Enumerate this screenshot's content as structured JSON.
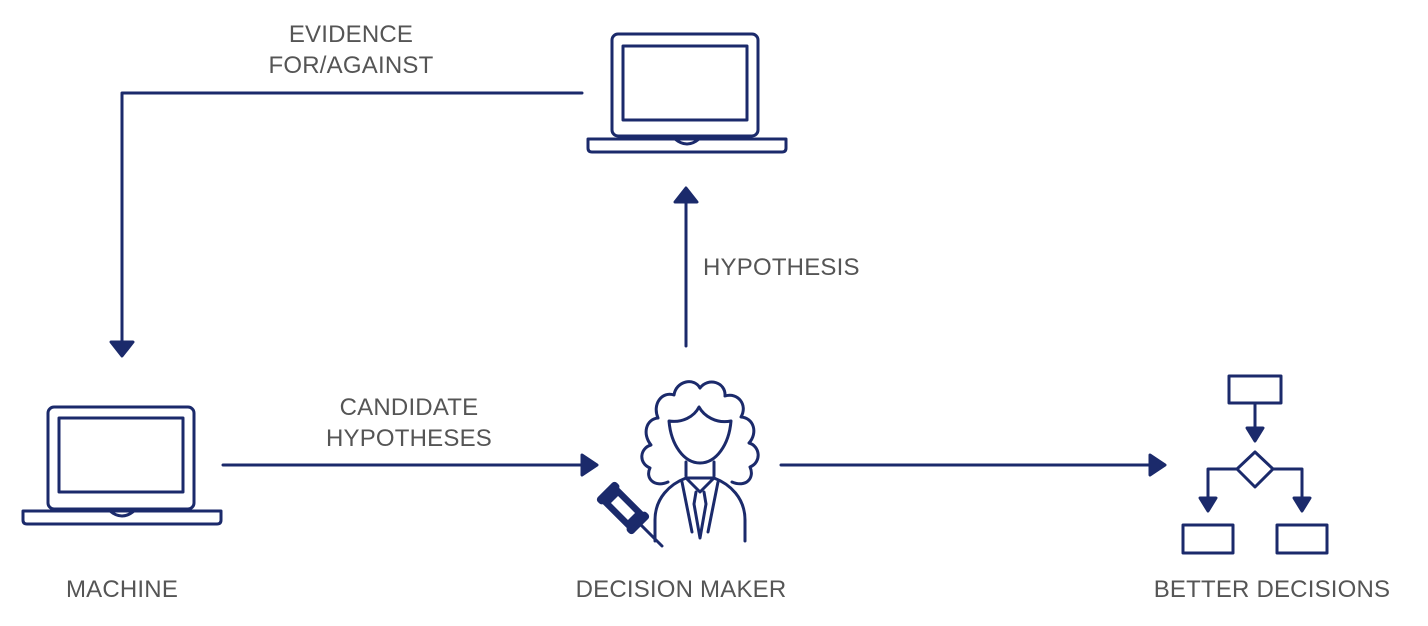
{
  "colors": {
    "stroke": "#1b2a6b",
    "text": "#555555",
    "background": "#ffffff"
  },
  "labels": {
    "evidence": [
      "EVIDENCE",
      "FOR/AGAINST"
    ],
    "hypothesis": "HYPOTHESIS",
    "candidate_hypotheses": [
      "CANDIDATE",
      "HYPOTHESES"
    ],
    "machine": "MACHINE",
    "decision_maker": "DECISION MAKER",
    "better_decisions": "BETTER DECISIONS"
  },
  "icons": {
    "top_computer": "laptop-icon",
    "machine": "laptop-icon",
    "decision_maker": "judge-with-gavel-icon",
    "better_decisions": "flowchart-icon"
  }
}
